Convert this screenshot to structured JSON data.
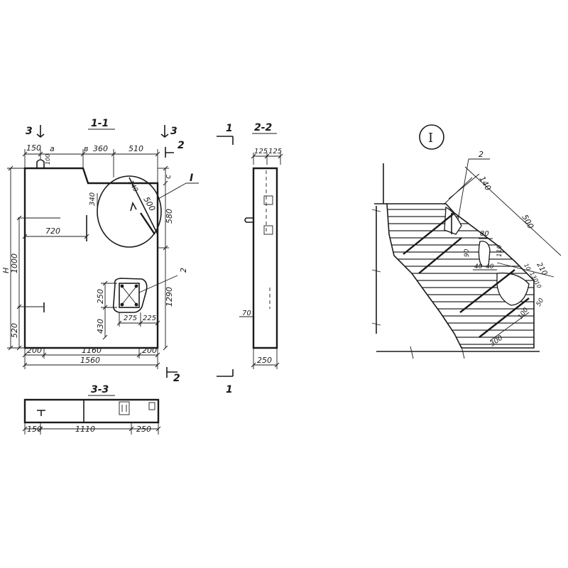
{
  "sections": {
    "s11": "1-1",
    "s22": "2-2",
    "s33": "3-3",
    "detail": "I"
  },
  "view11": {
    "cut3_left": "3",
    "cut3_right": "3",
    "cut2_top": "2",
    "cut2_bottom": "2",
    "callout_detail": "I",
    "callout_2": "2",
    "d150": "150",
    "da": "a",
    "db": "в",
    "d360": "360",
    "d510": "510",
    "d100": "100",
    "dc": "c",
    "d340": "340",
    "d140": "140",
    "d500": "500",
    "d580": "580",
    "d720": "720",
    "dH": "H",
    "d1000": "1000",
    "d520": "520",
    "d250": "250",
    "d430": "430",
    "d275": "275",
    "d225": "225",
    "d1290": "1290",
    "d200a": "200",
    "d1160": "1160",
    "d200b": "200",
    "d1560": "1560"
  },
  "view22": {
    "cut1_top": "1",
    "cut1_bottom": "1",
    "d125a": "125",
    "d125b": "125",
    "d70": "70",
    "d250": "250"
  },
  "view33": {
    "d150": "150",
    "d1110": "1110",
    "d250": "250"
  },
  "detailI": {
    "callout_2": "2",
    "d140": "140",
    "d500": "500",
    "d80": "80",
    "d90": "90",
    "d110": "110",
    "d40a": "40",
    "d40b": "40",
    "d210": "210",
    "d10a": "10",
    "d130": "130",
    "d10b": "10",
    "d50": "50",
    "d100": "100",
    "d300": "300"
  }
}
